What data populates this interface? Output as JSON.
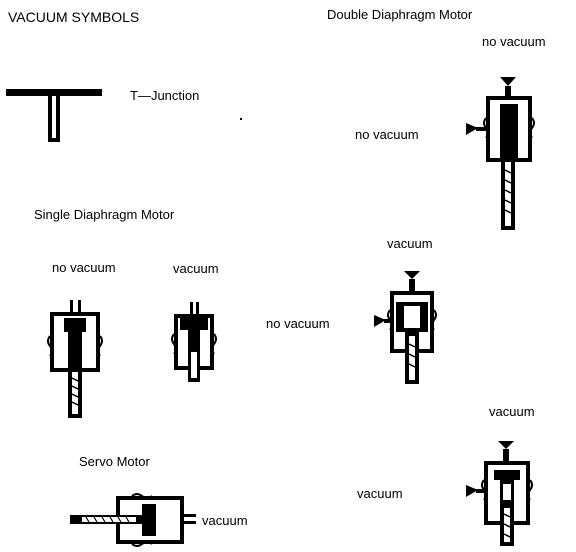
{
  "title": "VACUUM SYMBOLS",
  "t_junction": {
    "label": "T—Junction"
  },
  "single_diaphragm": {
    "heading": "Single Diaphragm Motor",
    "no_vacuum": "no vacuum",
    "vacuum": "vacuum"
  },
  "servo": {
    "heading": "Servo Motor",
    "vacuum": "vacuum"
  },
  "double_diaphragm": {
    "heading": "Double Diaphragm Motor",
    "top_no_vacuum": "no vacuum",
    "top_side_no_vacuum": "no vacuum",
    "mid_vacuum": "vacuum",
    "mid_side_no_vacuum": "no vacuum",
    "bottom_vacuum": "vacuum",
    "bottom_side_vacuum": "vacuum"
  }
}
